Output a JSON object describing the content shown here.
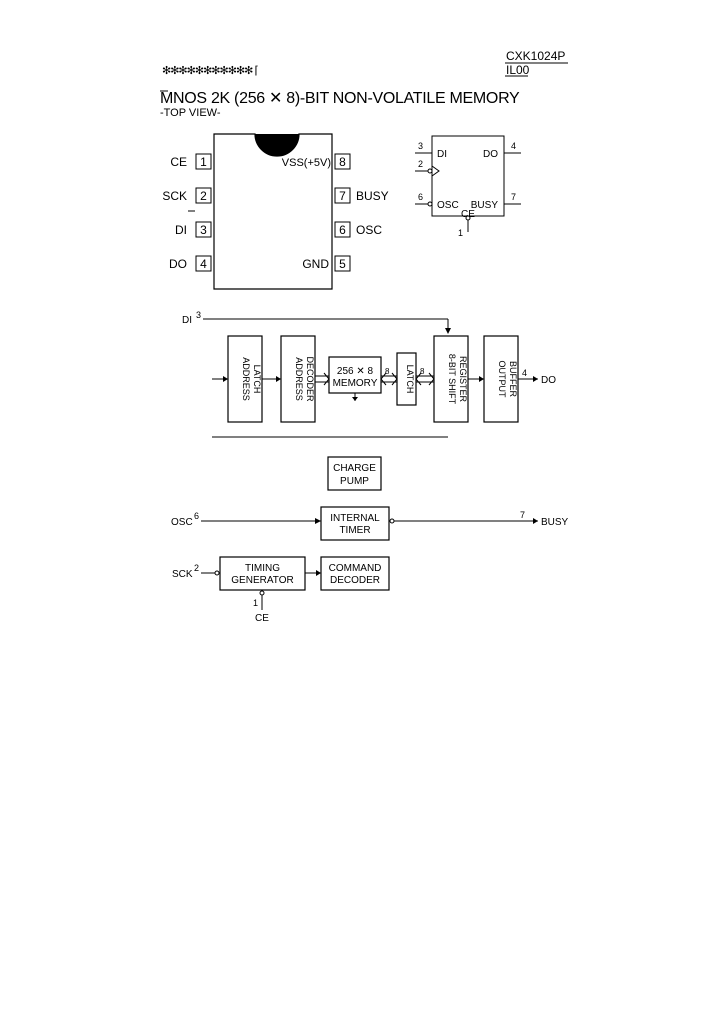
{
  "header": {
    "stars": "✻✻✻✻✻✻✻✻✻✻✻ ⌈",
    "part_number": "CXK1024P",
    "revision": "IL00"
  },
  "title": "MNOS 2K (256 ✕ 8)-BIT NON-VOLATILE MEMORY",
  "subtitle": "-TOP VIEW-",
  "dip": {
    "left_pins": [
      {
        "num": "1",
        "name": "CE"
      },
      {
        "num": "2",
        "name": "SCK"
      },
      {
        "num": "3",
        "name": "DI"
      },
      {
        "num": "4",
        "name": "DO"
      }
    ],
    "right_pins": [
      {
        "num": "8",
        "name": "VSS(+5V)"
      },
      {
        "num": "7",
        "name": "BUSY"
      },
      {
        "num": "6",
        "name": "OSC"
      },
      {
        "num": "5",
        "name": "GND"
      }
    ]
  },
  "symbol": {
    "pins": [
      {
        "num": "3",
        "name": "DI"
      },
      {
        "num": "2",
        "name": ""
      },
      {
        "num": "6",
        "name": "OSC"
      },
      {
        "num": "4",
        "name": "DO"
      },
      {
        "num": "7",
        "name": "BUSY"
      },
      {
        "num": "1",
        "name": "CE"
      }
    ]
  },
  "block": {
    "signals": {
      "di": "DI",
      "di_pin": "3",
      "do": "DO",
      "do_pin": "4",
      "osc": "OSC",
      "osc_pin": "6",
      "busy": "BUSY",
      "busy_pin": "7",
      "sck": "SCK",
      "sck_pin": "2",
      "ce": "CE",
      "ce_pin": "1",
      "bus_width": "8"
    },
    "blocks": {
      "address_latch": [
        "ADDRESS",
        "LATCH"
      ],
      "address_decoder": [
        "ADDRESS",
        "DECODER"
      ],
      "memory": [
        "256 ✕ 8",
        "MEMORY"
      ],
      "latch": [
        "LATCH"
      ],
      "shift_register": [
        "8-BIT SHIFT",
        "REGISTER"
      ],
      "output_buffer": [
        "OUTPUT",
        "BUFFER"
      ],
      "charge_pump": [
        "CHARGE",
        "PUMP"
      ],
      "internal_timer": [
        "INTERNAL",
        "TIMER"
      ],
      "timing_generator": [
        "TIMING",
        "GENERATOR"
      ],
      "command_decoder": [
        "COMMAND",
        "DECODER"
      ]
    }
  }
}
